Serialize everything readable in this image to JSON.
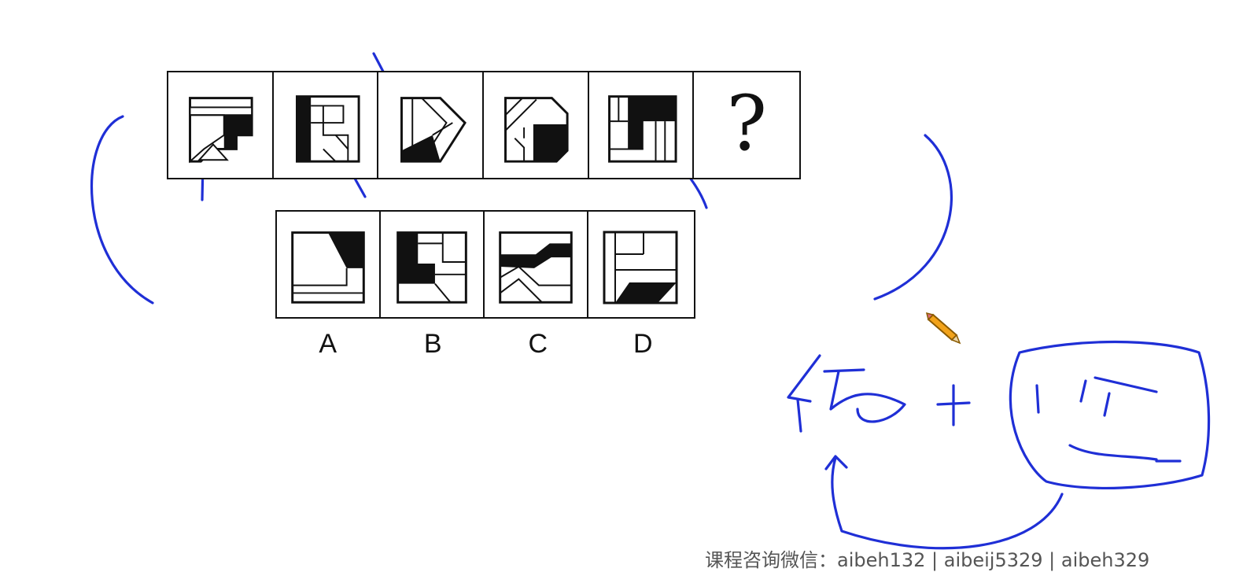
{
  "question_mark": "?",
  "option_labels": [
    "A",
    "B",
    "C",
    "D"
  ],
  "ink_color": "#1f2fd6",
  "figure_color": "#111111",
  "pencil_icon": "pencil-icon",
  "watermark": "课程咨询微信：aibeh132 | aibeij5329 | aibeh329"
}
